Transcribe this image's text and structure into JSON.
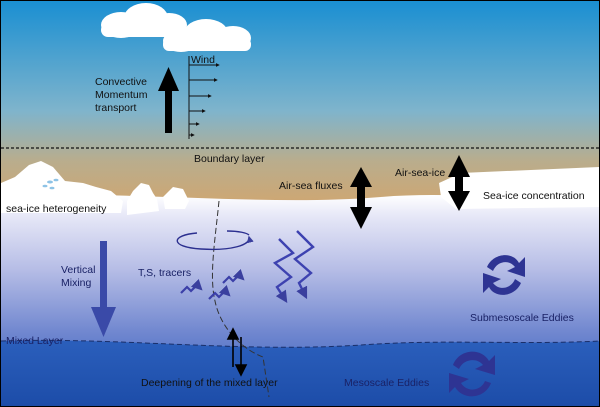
{
  "labels": {
    "wind": "Wind",
    "convective": [
      "Convective",
      "Momentum",
      "transport"
    ],
    "boundary_layer": "Boundary layer",
    "air_sea_fluxes": "Air-sea fluxes",
    "air_sea_ice": "Air-sea-ice",
    "sea_ice_heterogeneity": "sea-ice heterogeneity",
    "sea_ice_concentration": "Sea-ice concentration",
    "vertical_mixing": [
      "Vertical",
      "Mixing"
    ],
    "ts_tracers": "T,S, tracers",
    "submesoscale_eddies": "Submesoscale Eddies",
    "mixed_layer": "Mixed Layer",
    "deepening": "Deepening of the mixed layer",
    "mesoscale_eddies": "Mesoscale Eddies"
  },
  "colors": {
    "sky_top": "#1d8fd0",
    "sky_bottom": "#c9a774",
    "ocean_dark": "#1d50ad",
    "arrow_blue": "#2d3a9a",
    "ice": "#ffffff"
  },
  "icons": [
    "cloud-icon",
    "circular-arrows-icon",
    "double-headed-arrow-icon"
  ]
}
